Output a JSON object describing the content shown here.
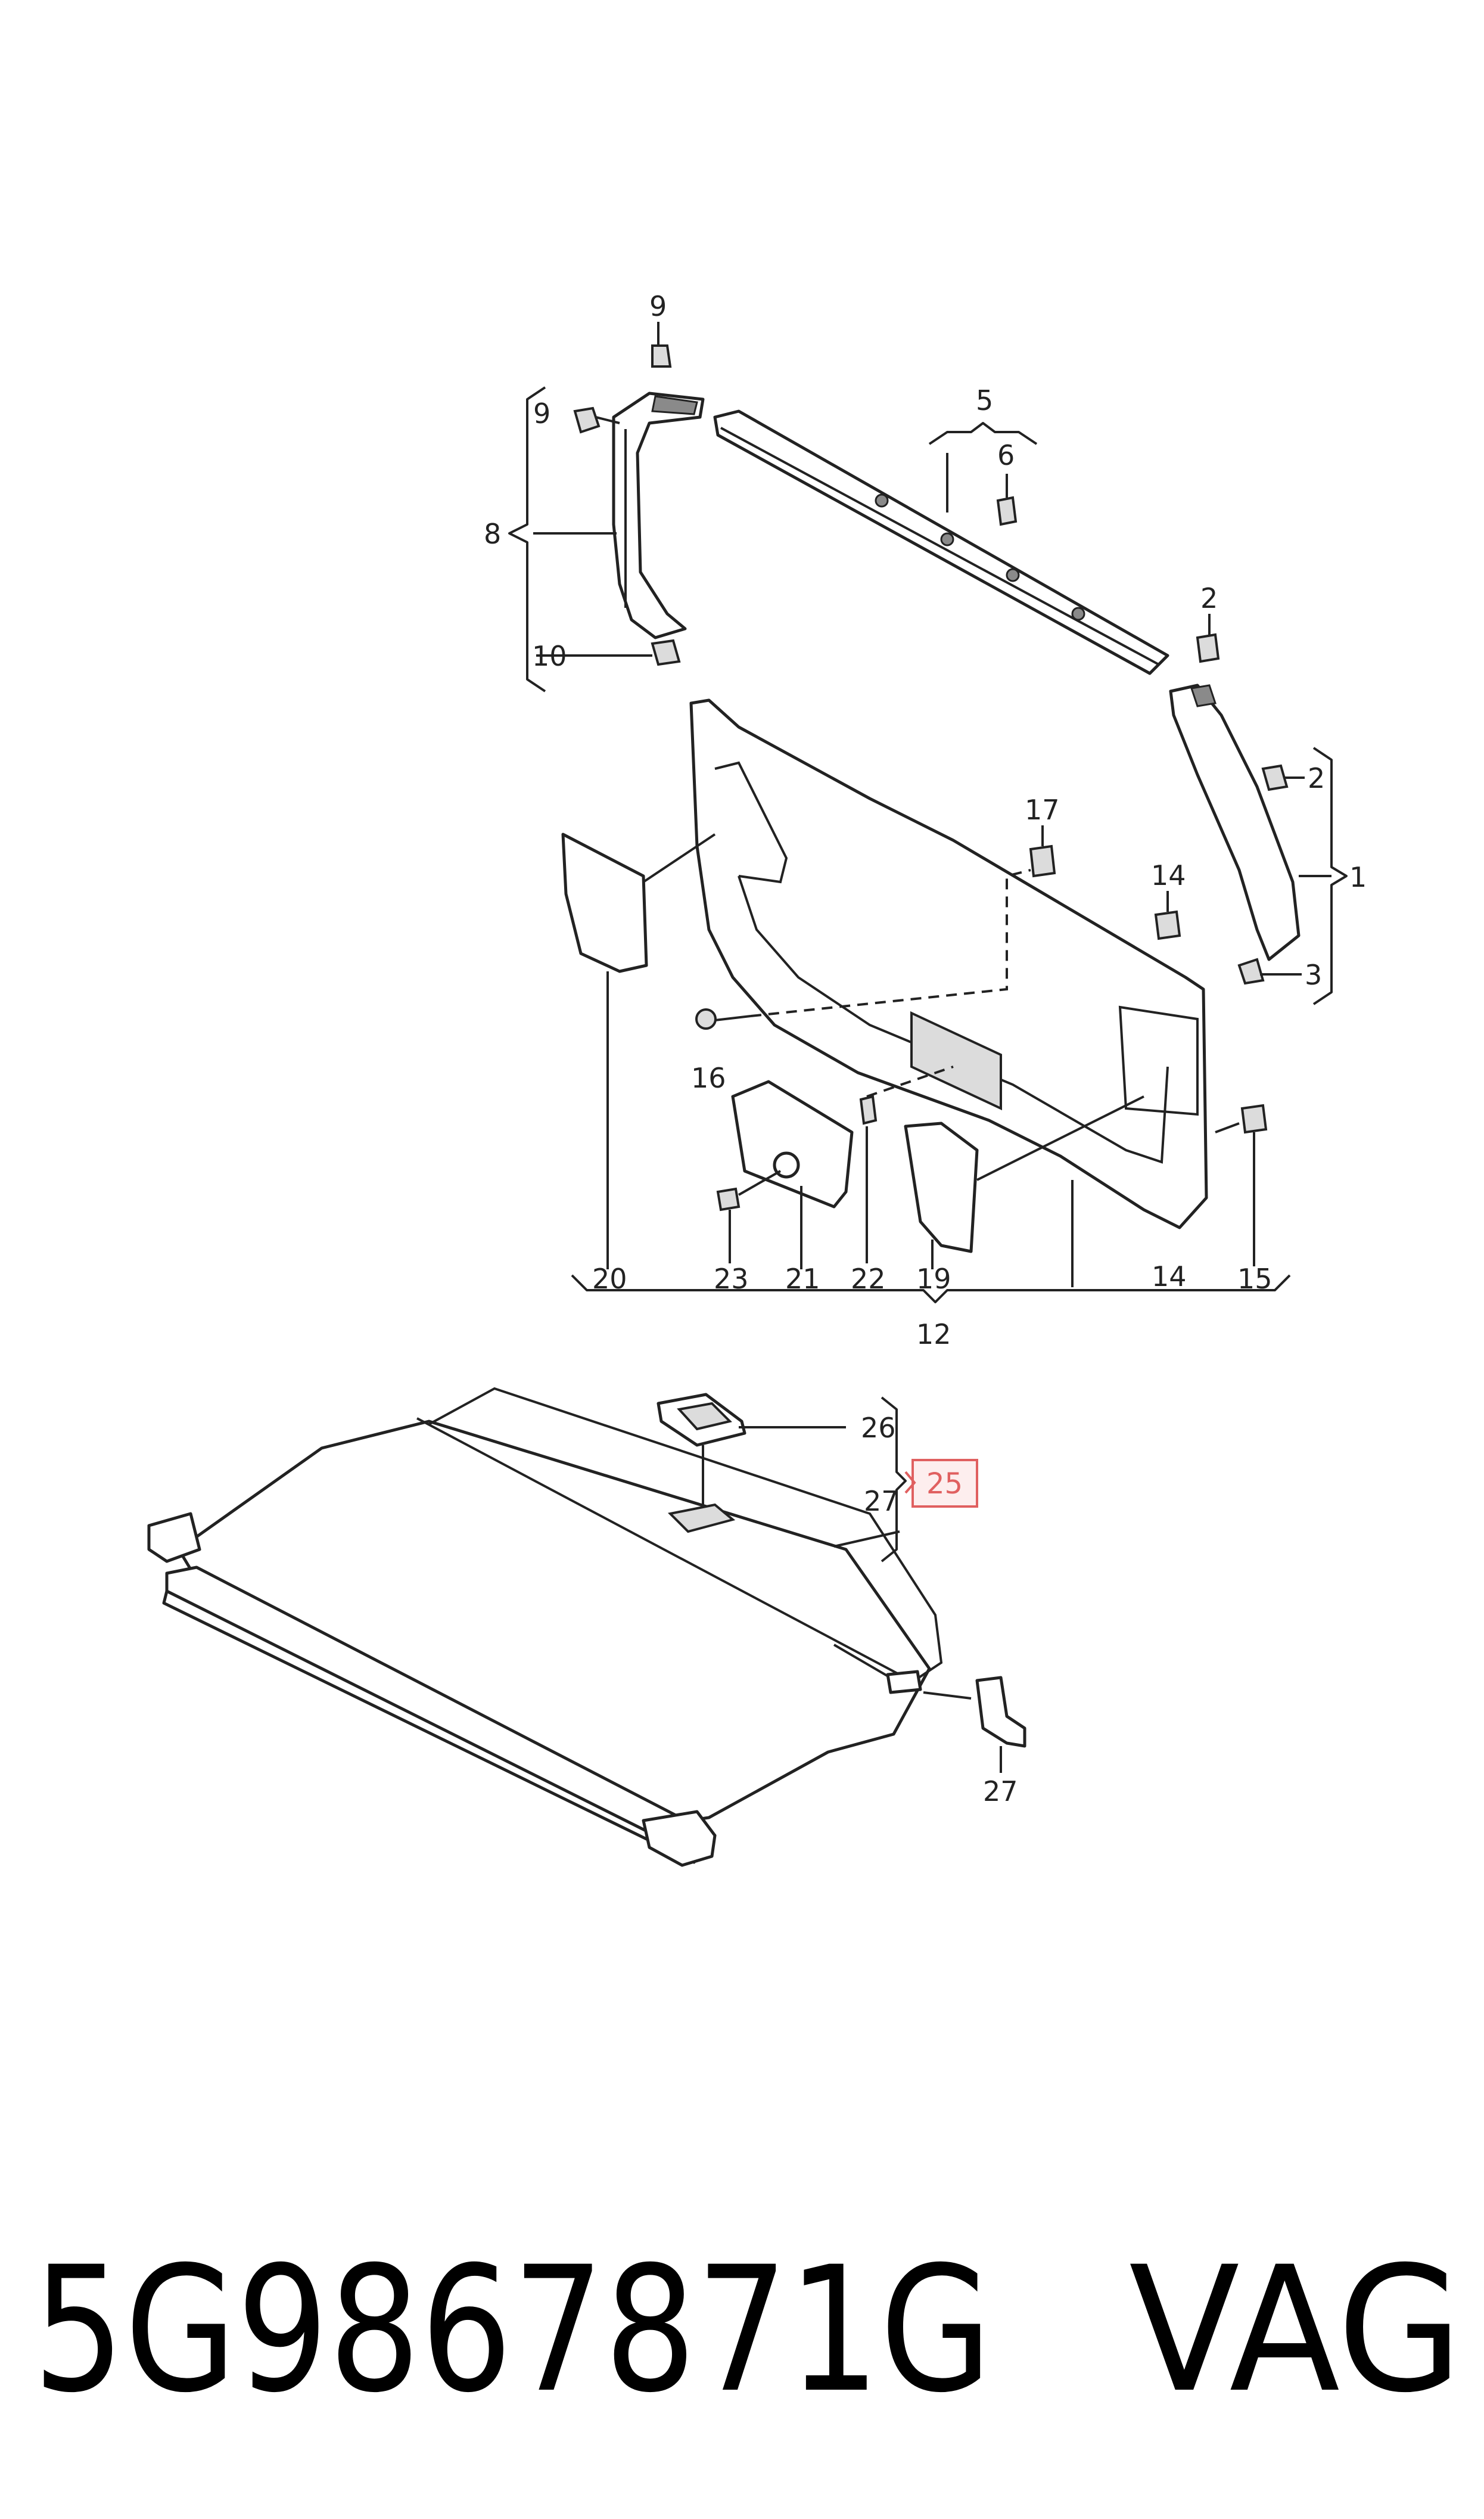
{
  "diagram": {
    "callouts": {
      "c1": "1",
      "c2a": "2",
      "c2b": "2",
      "c3": "3",
      "c5": "5",
      "c6": "6",
      "c8": "8",
      "c9a": "9",
      "c9b": "9",
      "c10": "10",
      "c12": "12",
      "c14a": "14",
      "c14b": "14",
      "c15": "15",
      "c16": "16",
      "c17": "17",
      "c19": "19",
      "c20": "20",
      "c21": "21",
      "c22": "22",
      "c23": "23",
      "c25": "25",
      "c26": "26",
      "c27a": "27",
      "c27b": "27"
    },
    "highlighted_part": "25",
    "highlight_color": "#e06060"
  },
  "footer": {
    "part_number": "5G9867871G",
    "brand": "VAG"
  }
}
